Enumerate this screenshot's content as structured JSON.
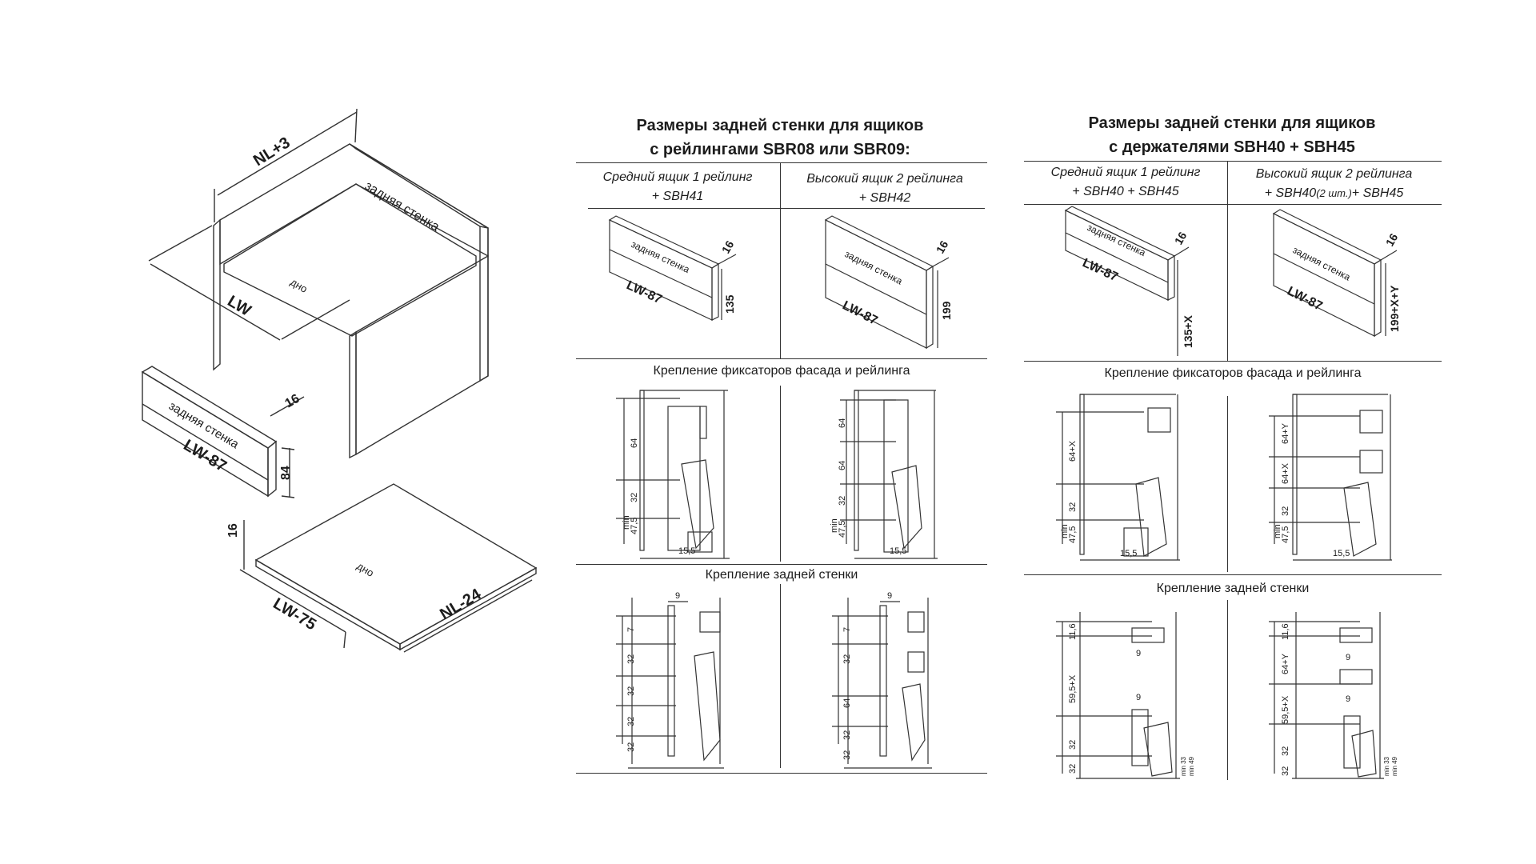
{
  "assembly": {
    "nl_plus_3": "NL+3",
    "back_wall": "задняя стенка",
    "bottom": "дно",
    "lw": "LW"
  },
  "back_panel_part": {
    "label": "задняя стенка",
    "length": "LW-87",
    "thickness": "16",
    "height": "84"
  },
  "bottom_panel_part": {
    "label": "дно",
    "width": "LW-75",
    "depth": "NL-24",
    "thickness": "16"
  },
  "railing": {
    "title_line1": "Размеры задней стенки для ящиков",
    "title_line2": "с рейлингами SBR08 или SBR09:",
    "col1_line1": "Средний ящик 1 рейлинг",
    "col1_line2": "+ SBH41",
    "col2_line1": "Высокий ящик 2 рейлинга",
    "col2_line2": "+ SBH42",
    "panel1": {
      "label": "задняя стенка",
      "length": "LW-87",
      "thickness": "16",
      "height": "135"
    },
    "panel2": {
      "label": "задняя стенка",
      "length": "LW-87",
      "thickness": "16",
      "height": "199"
    },
    "front_fix_title": "Крепление фиксаторов фасада и рейлинга",
    "back_fix_title": "Крепление задней стенки",
    "front_left_dims": {
      "d64": "64",
      "d32": "32",
      "min": "min",
      "d47": "47,5",
      "d15": "15,5"
    },
    "front_right_dims": {
      "d64a": "64",
      "d64b": "64",
      "d32": "32",
      "min": "min",
      "d47": "47,5",
      "d15": "15,5"
    },
    "back_left_dims": {
      "d9": "9",
      "d7": "7",
      "d32a": "32",
      "d32b": "32",
      "d32c": "32",
      "d32d": "32"
    },
    "back_right_dims": {
      "d9": "9",
      "d7": "7",
      "d32a": "32",
      "d64": "64",
      "d32b": "32",
      "d32c": "32"
    }
  },
  "holder": {
    "title_line1": "Размеры задней стенки для ящиков",
    "title_line2": "с держателями SBH40 + SBH45",
    "col1_line1": "Средний ящик 1 рейлинг",
    "col1_line2": "+ SBH40 + SBH45",
    "col2_line1": "Высокий ящик 2 рейлинга",
    "col2_line2a": "+ SBH40",
    "col2_line2b": "(2 шт.)",
    "col2_line2c": "+ SBH45",
    "panel1": {
      "label": "задняя стенка",
      "length": "LW-87",
      "thickness": "16",
      "height": "135+X"
    },
    "panel2": {
      "label": "задняя стенка",
      "length": "LW-87",
      "thickness": "16",
      "height": "199+X+Y"
    },
    "front_fix_title": "Крепление фиксаторов фасада и рейлинга",
    "back_fix_title": "Крепление задней стенки",
    "front_left_dims": {
      "d64x": "64+X",
      "d32": "32",
      "min": "min",
      "d47": "47,5",
      "d15": "15,5"
    },
    "front_right_dims": {
      "d64y": "64+Y",
      "d64x": "64+X",
      "d32": "32",
      "min": "min",
      "d47": "47,5",
      "d15": "15,5"
    },
    "back_left_dims": {
      "d11": "11,6",
      "d59": "59,5+X",
      "d32a": "32",
      "d32b": "32",
      "d9a": "9",
      "d9b": "9",
      "min33": "min 33",
      "min49": "min 49"
    },
    "back_right_dims": {
      "d11": "11,6",
      "d64y": "64+Y",
      "d59": "59,5+X",
      "d32a": "32",
      "d32b": "32",
      "d9a": "9",
      "d9b": "9",
      "min33": "min 33",
      "min49": "min 49"
    }
  },
  "colors": {
    "line": "#333333",
    "text": "#1c1c1c",
    "background": "#ffffff"
  }
}
